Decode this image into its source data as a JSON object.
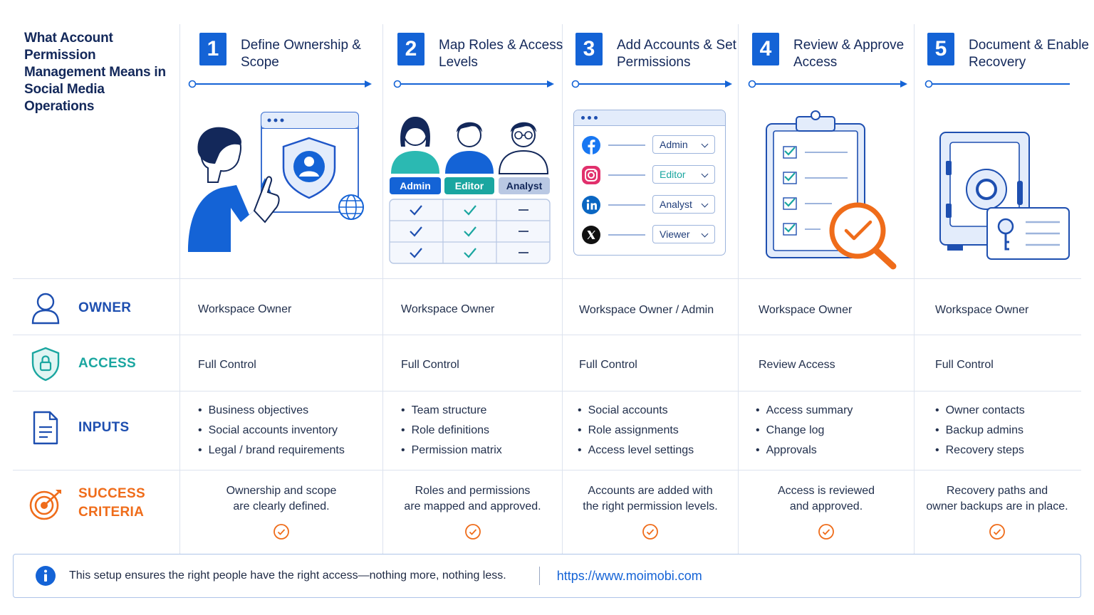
{
  "title": "What Account Permission Management Means in Social Media Operations",
  "steps": [
    {
      "num": "1",
      "title": "Define Ownership & Scope"
    },
    {
      "num": "2",
      "title": "Map Roles & Access Levels"
    },
    {
      "num": "3",
      "title": "Add Accounts & Set Permissions"
    },
    {
      "num": "4",
      "title": "Review & Approve Access"
    },
    {
      "num": "5",
      "title": "Document & Enable Recovery"
    }
  ],
  "roles_illustration": {
    "admin": "Admin",
    "editor": "Editor",
    "analyst": "Analyst"
  },
  "accounts_illustration": [
    "Admin",
    "Editor",
    "Analyst",
    "Viewer"
  ],
  "rows": {
    "owner": {
      "label": "OWNER",
      "values": [
        "Workspace Owner",
        "Workspace Owner",
        "Workspace Owner / Admin",
        "Workspace Owner",
        "Workspace Owner"
      ]
    },
    "access": {
      "label": "ACCESS",
      "values": [
        "Full Control",
        "Full Control",
        "Full Control",
        "Review Access",
        "Full Control"
      ]
    },
    "inputs": {
      "label": "INPUTS",
      "values": [
        [
          "Business objectives",
          "Social accounts inventory",
          "Legal / brand requirements"
        ],
        [
          "Team structure",
          "Role definitions",
          "Permission matrix"
        ],
        [
          "Social accounts",
          "Role assignments",
          "Access level settings"
        ],
        [
          "Access summary",
          "Change log",
          "Approvals"
        ],
        [
          "Owner contacts",
          "Backup admins",
          "Recovery steps"
        ]
      ]
    },
    "success": {
      "label_1": "SUCCESS",
      "label_2": "CRITERIA",
      "values": [
        [
          "Ownership and scope",
          "are clearly defined."
        ],
        [
          "Roles and permissions",
          "are mapped and approved."
        ],
        [
          "Accounts are added with",
          "the right permission levels."
        ],
        [
          "Access is reviewed",
          "and approved."
        ],
        [
          "Recovery paths and",
          "owner backups are in place."
        ]
      ]
    }
  },
  "footer": {
    "note": "This setup ensures the right people have the right access—nothing more, nothing less.",
    "url": "https://www.moimobi.com"
  },
  "colors": {
    "blue": "#1463d6",
    "navy": "#13285a",
    "teal": "#1aa6a0",
    "orange": "#ef6c1a",
    "slate_pill": "#b9c8e3"
  }
}
